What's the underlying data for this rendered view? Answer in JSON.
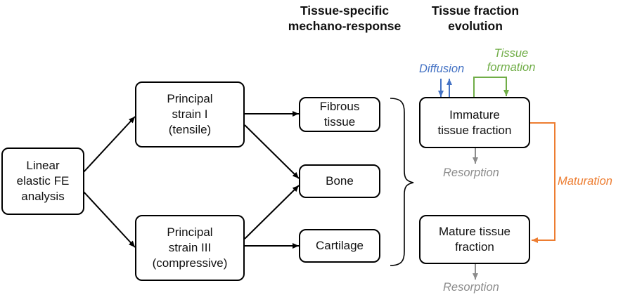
{
  "headers": {
    "mechano_response": "Tissue-specific\nmechano-response",
    "fraction_evolution": "Tissue fraction\nevolution"
  },
  "boxes": {
    "fe_analysis": "Linear\nelastic FE\nanalysis",
    "strain_1": "Principal\nstrain I\n(tensile)",
    "strain_3": "Principal\nstrain III\n(compressive)",
    "fibrous": "Fibrous\ntissue",
    "bone": "Bone",
    "cartilage": "Cartilage",
    "immature": "Immature\ntissue fraction",
    "mature": "Mature tissue\nfraction"
  },
  "processes": {
    "diffusion": "Diffusion",
    "tissue_formation": "Tissue\nformation",
    "resorption_immature": "Resorption",
    "maturation": "Maturation",
    "resorption_mature": "Resorption"
  },
  "colors": {
    "diffusion": "#4472C4",
    "tissue_formation": "#70AD47",
    "resorption": "#8C8C8C",
    "maturation": "#ED7D31",
    "flow": "#000000"
  }
}
